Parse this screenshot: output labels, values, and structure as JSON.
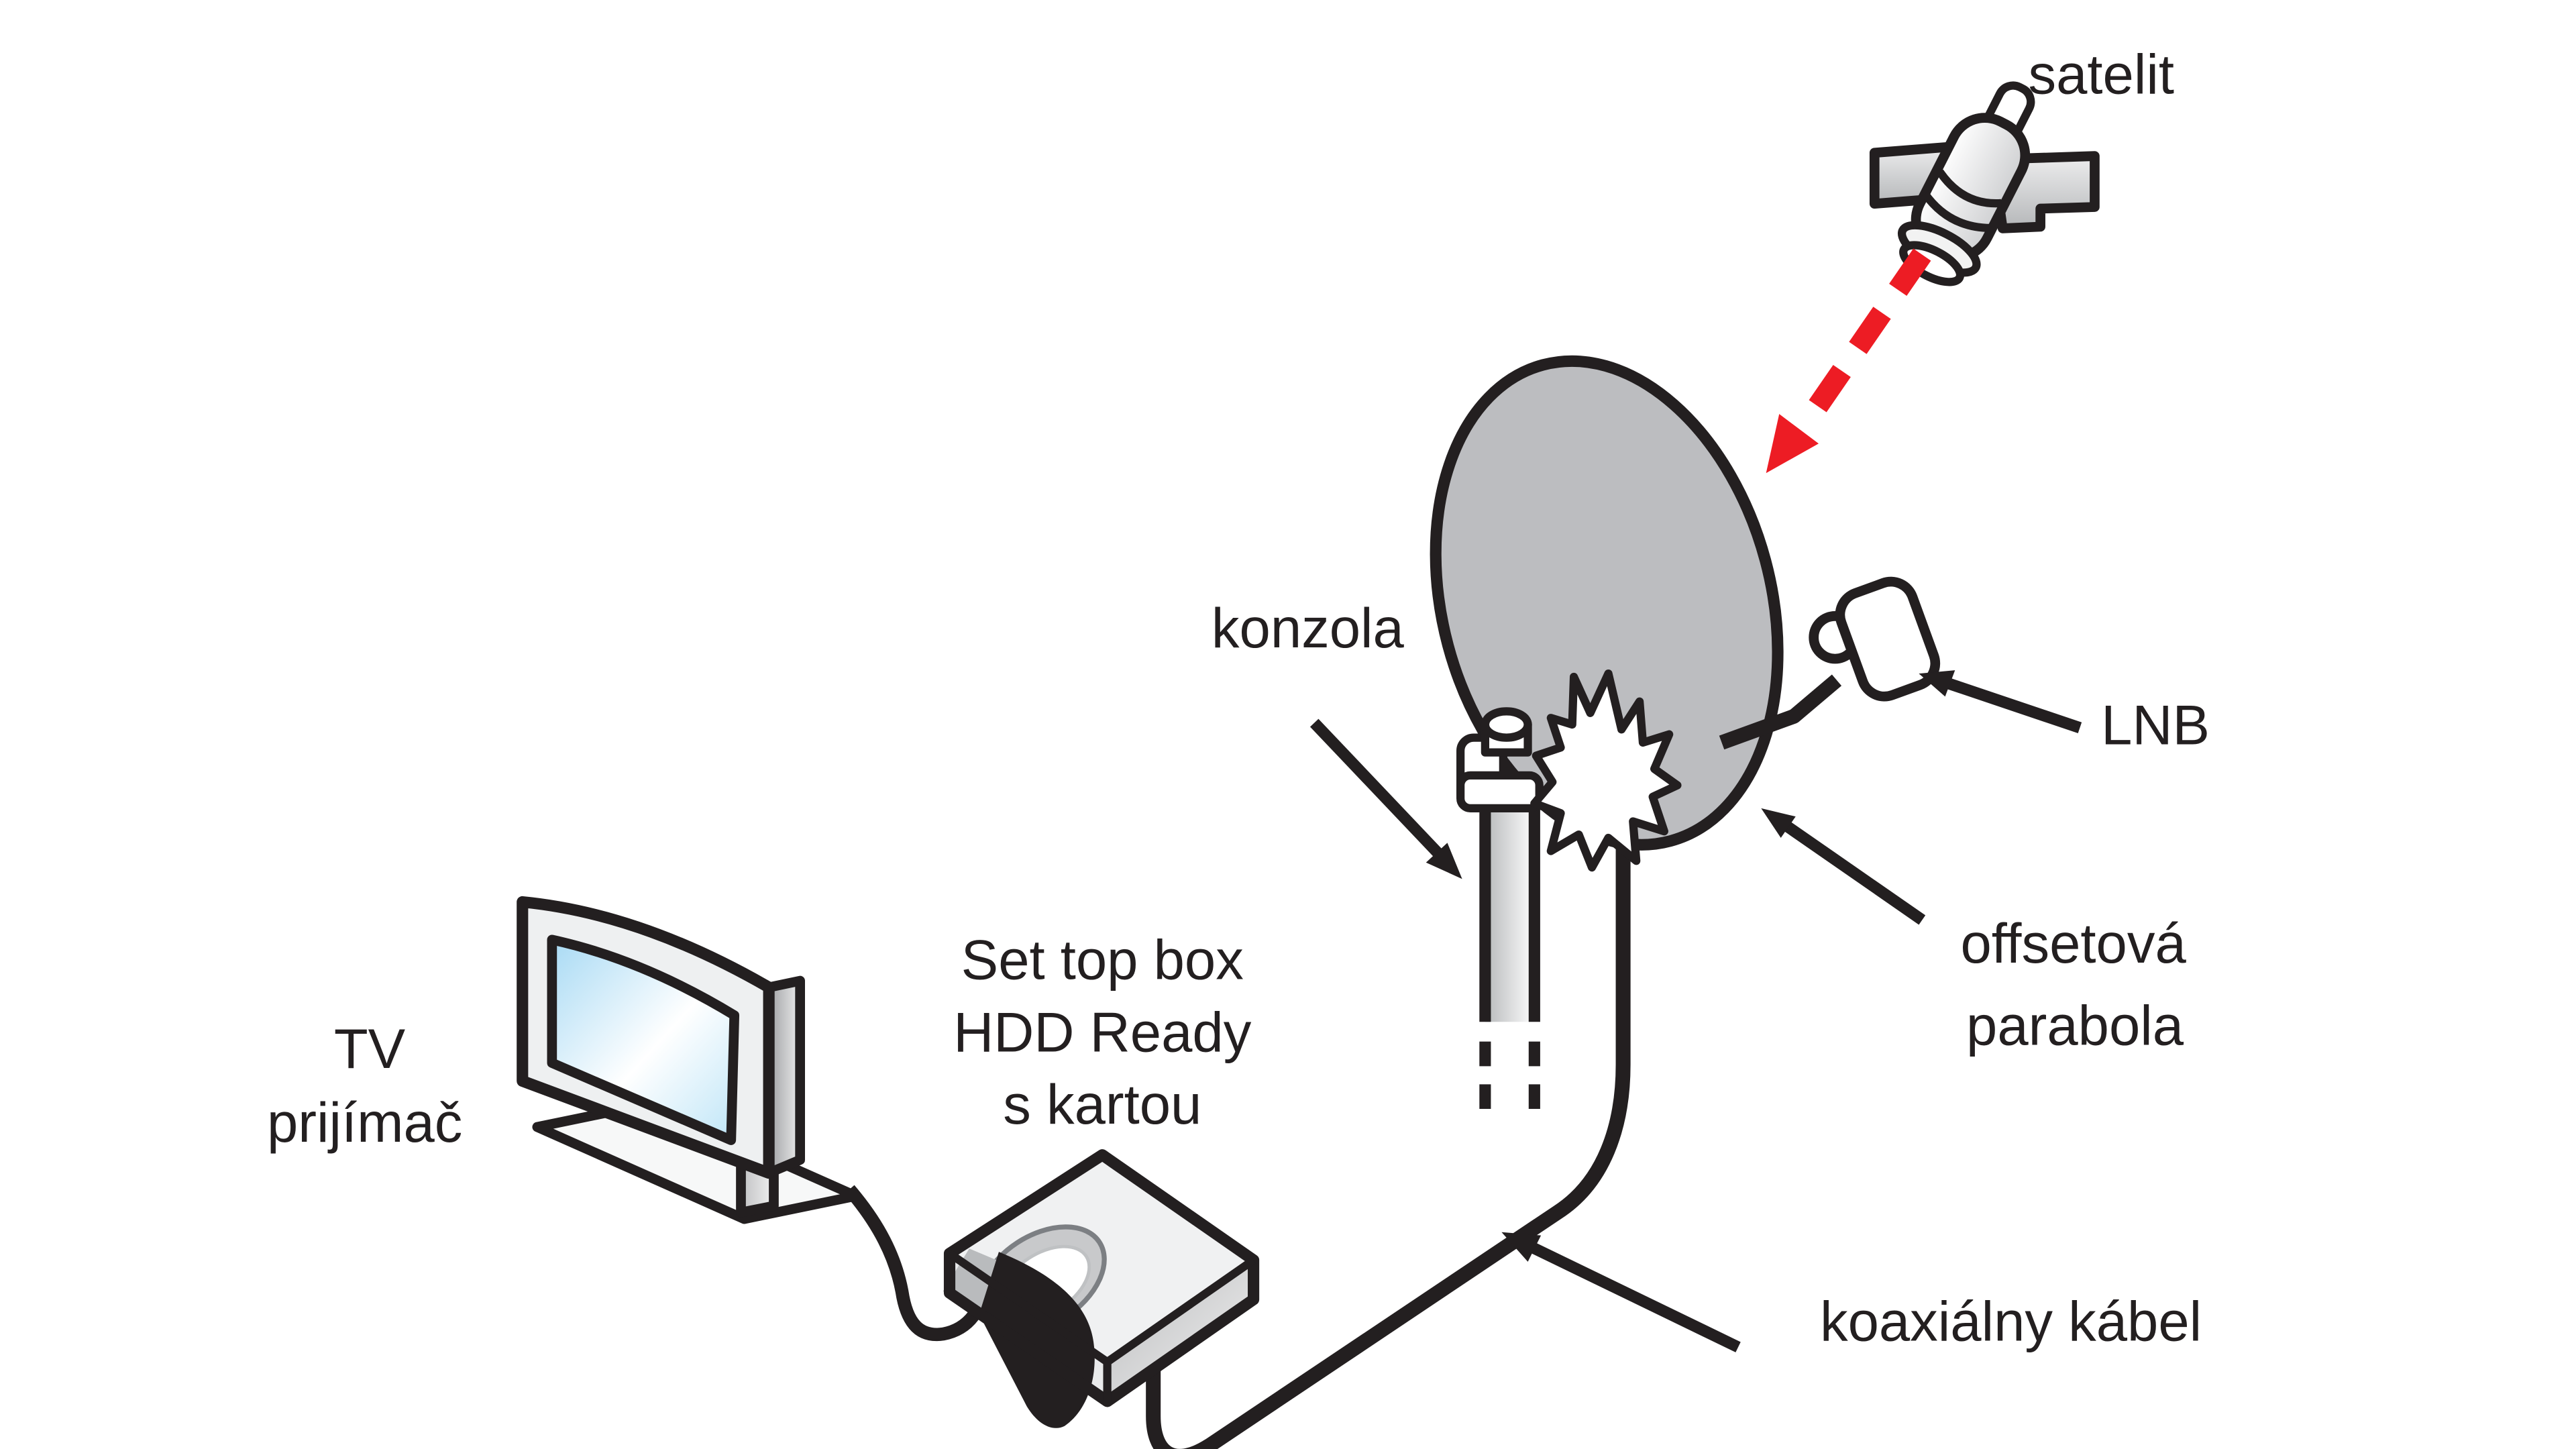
{
  "diagram": {
    "labels": {
      "satellite": "satelit",
      "bracket": "konzola",
      "lnb": "LNB",
      "dish_line1": "offsetová",
      "dish_line2": "parabola",
      "coax_cable": "koaxiálny kábel",
      "tv_line1": "TV",
      "tv_line2": "prijímač",
      "stb_line1": "Set top box",
      "stb_line2": "HDD Ready",
      "stb_line3": "s kartou"
    },
    "colors": {
      "outline": "#231f20",
      "signal_red": "#ed1c24",
      "dish_gray": "#bcbdc0",
      "screen_blue": "#a8daf4",
      "background": "#ffffff"
    }
  }
}
